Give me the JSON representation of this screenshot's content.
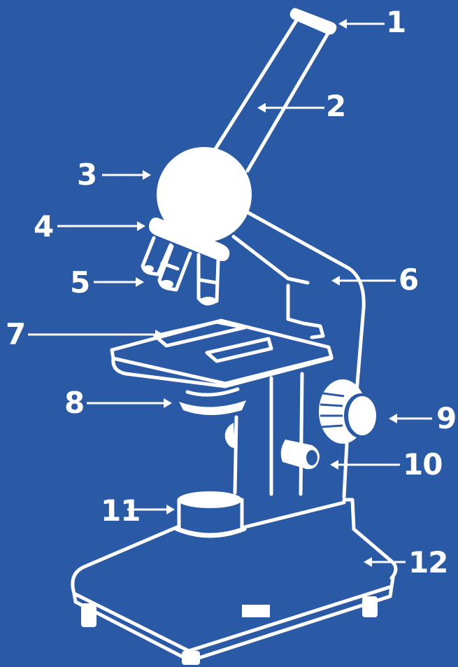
{
  "colors": {
    "background": "#2a5aa6",
    "ink": "#ffffff"
  },
  "labels": [
    "1",
    "2",
    "3",
    "4",
    "5",
    "6",
    "7",
    "8",
    "9",
    "10",
    "11",
    "12"
  ]
}
